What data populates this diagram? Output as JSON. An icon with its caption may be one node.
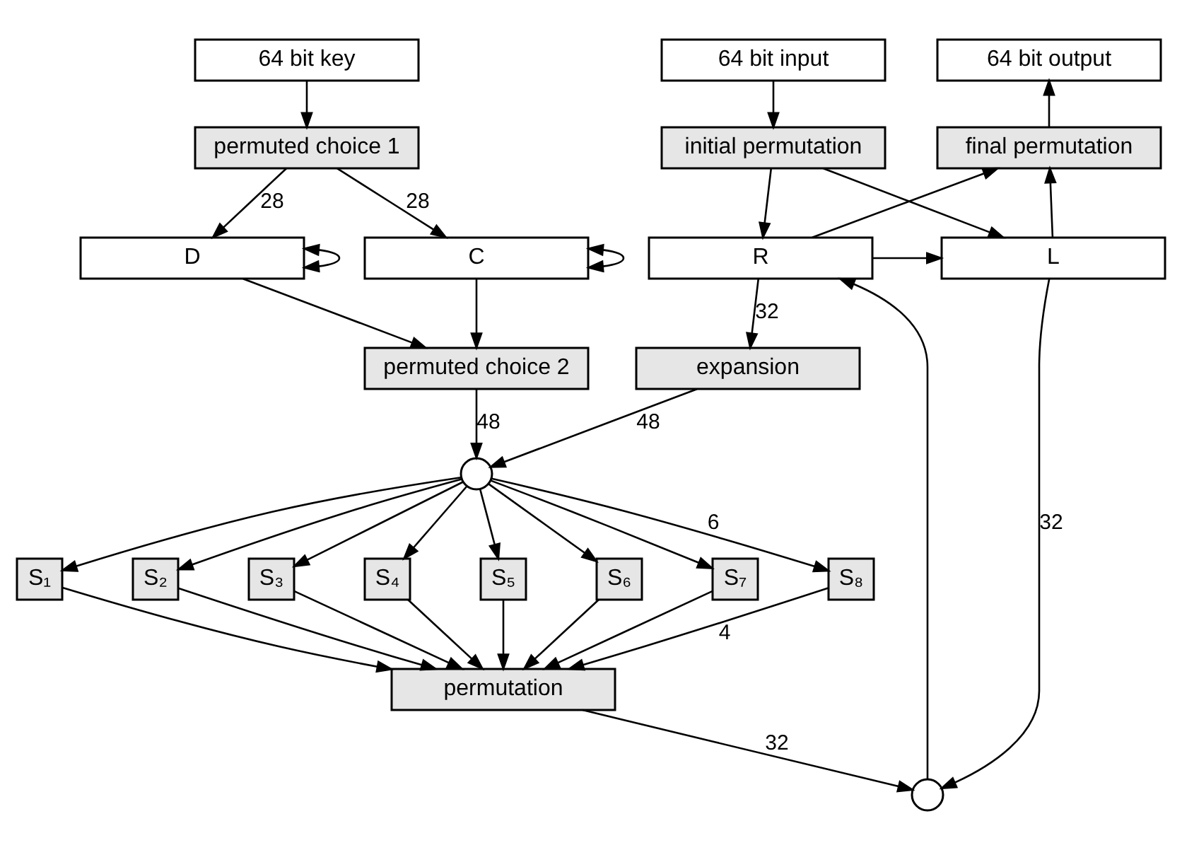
{
  "diagram": {
    "nodes": [
      {
        "text": [
          "64 bit input"
        ]
      },
      {
        "text": [
          "64 bit output"
        ]
      },
      {
        "text": [
          "64 bit key"
        ]
      },
      {
        "text": [
          "initial permutation"
        ]
      },
      {
        "text": [
          "final permutation"
        ]
      },
      {
        "text": [
          "permuted choice 1"
        ]
      },
      {
        "text": [
          "L"
        ]
      },
      {
        "text": [
          "R"
        ]
      },
      {
        "text": [
          "C"
        ]
      },
      {
        "text": [
          "D"
        ]
      },
      {
        "text": [
          "expansion"
        ]
      },
      {
        "text": [
          "permuted choice 2"
        ]
      },
      {
        "text": [],
        "shape": "circle"
      },
      {
        "text": [
          "S₁"
        ]
      },
      {
        "text": [
          "S₂"
        ]
      },
      {
        "text": [
          "S₃"
        ]
      },
      {
        "text": [
          "S₄"
        ]
      },
      {
        "text": [
          "S₅"
        ]
      },
      {
        "text": [
          "S₆"
        ]
      },
      {
        "text": [
          "S₇"
        ]
      },
      {
        "text": [
          "S₈"
        ]
      },
      {
        "text": [
          "permutation"
        ]
      },
      {
        "text": [],
        "shape": "circle"
      }
    ],
    "edges": [
      {
        "from": 0,
        "to": 3,
        "arrow": "to"
      },
      {
        "from": 4,
        "to": 1,
        "arrow": "to"
      },
      {
        "from": 2,
        "to": 5,
        "arrow": "to"
      },
      {
        "from": 3,
        "to": 6,
        "arrow": "to"
      },
      {
        "from": 3,
        "to": 7,
        "arrow": "to"
      },
      {
        "from": 6,
        "to": 4,
        "arrow": "to"
      },
      {
        "from": 7,
        "to": 4,
        "arrow": "to"
      },
      {
        "from": 5,
        "to": 8,
        "label": "28",
        "arrow": "to"
      },
      {
        "from": 5,
        "to": 9,
        "label": "28",
        "arrow": "to"
      },
      {
        "from": 7,
        "to": 6,
        "arrow": "to"
      },
      {
        "from": 8,
        "to": 8,
        "arrow": "both"
      },
      {
        "from": 9,
        "to": 9,
        "arrow": "both"
      },
      {
        "from": 6,
        "to": 22,
        "label": "32",
        "arrow": "to"
      },
      {
        "from": 7,
        "to": 10,
        "label": "32",
        "arrow": "to"
      },
      {
        "from": 8,
        "to": 11,
        "arrow": "to"
      },
      {
        "from": 9,
        "to": 11,
        "arrow": "to"
      },
      {
        "from": 10,
        "to": 12,
        "label": "48",
        "arrow": "to"
      },
      {
        "from": 11,
        "to": 12,
        "label": "48",
        "arrow": "to"
      },
      {
        "from": 12,
        "to": 13,
        "arrow": "to"
      },
      {
        "from": 12,
        "to": 14,
        "arrow": "to"
      },
      {
        "from": 12,
        "to": 15,
        "arrow": "to"
      },
      {
        "from": 12,
        "to": 16,
        "arrow": "to"
      },
      {
        "from": 12,
        "to": 17,
        "arrow": "to"
      },
      {
        "from": 12,
        "to": 18,
        "arrow": "to"
      },
      {
        "from": 12,
        "to": 19,
        "arrow": "to"
      },
      {
        "from": 12,
        "to": 20,
        "label": "6",
        "arrow": "to"
      },
      {
        "from": 13,
        "to": 21,
        "arrow": "to"
      },
      {
        "from": 14,
        "to": 21,
        "arrow": "to"
      },
      {
        "from": 15,
        "to": 21,
        "arrow": "to"
      },
      {
        "from": 16,
        "to": 21,
        "arrow": "to"
      },
      {
        "from": 17,
        "to": 21,
        "arrow": "to"
      },
      {
        "from": 18,
        "to": 21,
        "arrow": "to"
      },
      {
        "from": 19,
        "to": 21,
        "arrow": "to"
      },
      {
        "from": 20,
        "to": 21,
        "label": "4",
        "arrow": "to"
      },
      {
        "from": 21,
        "to": 22,
        "label": "32",
        "arrow": "to"
      },
      {
        "from": 22,
        "to": 7,
        "arrow": "to"
      }
    ]
  }
}
